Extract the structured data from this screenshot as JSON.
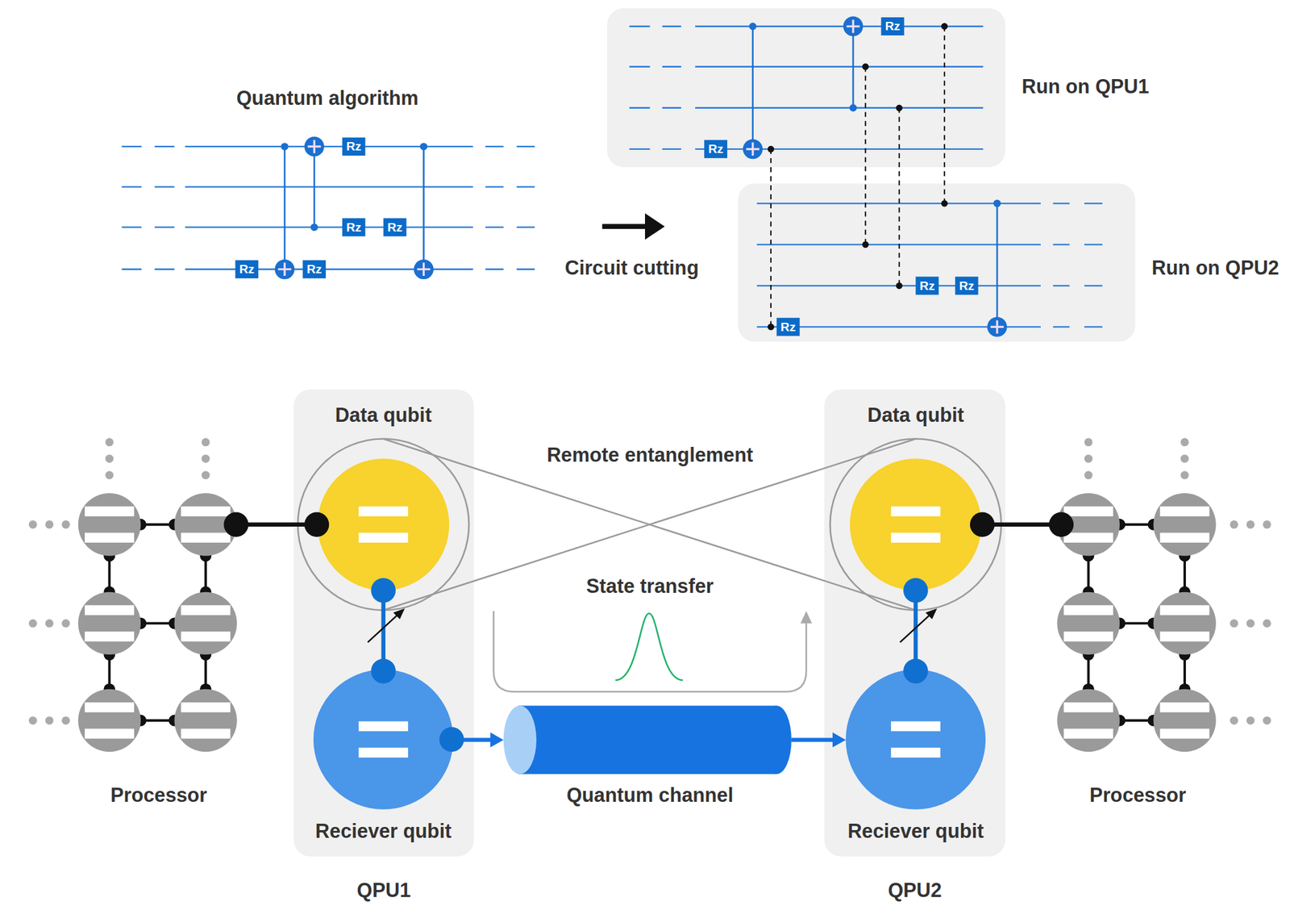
{
  "diagram": {
    "nodes": [
      {
        "text": [
          "Rz"
        ]
      },
      {
        "text": [
          "Rz"
        ]
      },
      {
        "text": [
          "Rz"
        ]
      },
      {
        "text": [
          "Rz"
        ]
      },
      {
        "text": [
          "Rz"
        ]
      },
      {
        "text": [
          "Run on QPU1"
        ]
      },
      {
        "text": [
          "Rz"
        ],
        "in": 5
      },
      {
        "text": [
          "Rz"
        ],
        "in": 5
      },
      {
        "text": [
          "Run on QPU2"
        ]
      },
      {
        "text": [
          "Rz"
        ],
        "in": 8
      },
      {
        "text": [
          "Rz"
        ],
        "in": 8
      },
      {
        "text": [
          "Rz"
        ],
        "in": 8
      },
      {
        "text": [
          "Processor"
        ]
      },
      {
        "text": [
          "QPU1"
        ]
      },
      {
        "text": [
          "Data qubit"
        ],
        "in": 13
      },
      {
        "text": [
          "Reciever qubit"
        ],
        "in": 13
      },
      {
        "text": [
          "Quantum channel"
        ]
      },
      {
        "text": [
          "QPU2"
        ]
      },
      {
        "text": [
          "Data qubit"
        ],
        "in": 17
      },
      {
        "text": [
          "Reciever qubit"
        ],
        "in": 17
      },
      {
        "text": [
          "Processor"
        ]
      }
    ],
    "edges": [
      {
        "from": 12,
        "to": 14,
        "arrow": "none"
      },
      {
        "from": 14,
        "to": 15,
        "arrow": "none"
      },
      {
        "from": 15,
        "to": 16,
        "arrow": "to"
      },
      {
        "from": 16,
        "to": 19,
        "arrow": "to"
      },
      {
        "from": 18,
        "to": 19,
        "arrow": "none"
      },
      {
        "from": 18,
        "to": 20,
        "arrow": "none"
      }
    ],
    "labels": [
      "Quantum algorithm",
      "Circuit cutting",
      "Remote entanglement",
      "State transfer"
    ]
  }
}
